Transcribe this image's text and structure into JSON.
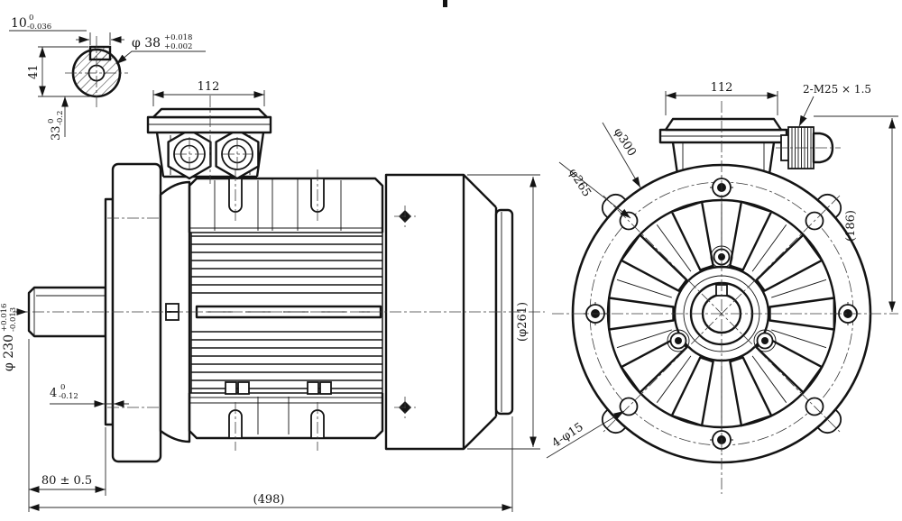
{
  "meta": {
    "bg": "#ffffff",
    "line_color": "#141414",
    "kind": "motor engineering drawing, side view and flange front view"
  },
  "dims": {
    "keyway_width": {
      "v": "10",
      "u": "0",
      "l": "-0.036"
    },
    "shaft_dia": {
      "v": "φ 38",
      "u": "+0.018",
      "l": "+0.002"
    },
    "key_height": "41",
    "keyway_depth": {
      "v": "33",
      "u": "0",
      "l": "-0.2"
    },
    "tbox_width_side": "112",
    "tbox_width_front": "112",
    "gland": "2-M25 × 1.5",
    "flange_od": "φ300",
    "bolt_circle": "φ265",
    "half_height": "(186)",
    "fan_cover": "(φ261)",
    "spigot": {
      "v": "φ 230",
      "u": "+0.016",
      "l": "-0.013"
    },
    "spigot_depth": {
      "v": "4",
      "u": "0",
      "l": "-0.12"
    },
    "shaft_length": "80 ± 0.5",
    "overall": "(498)",
    "flange_holes": "4-φ15"
  }
}
